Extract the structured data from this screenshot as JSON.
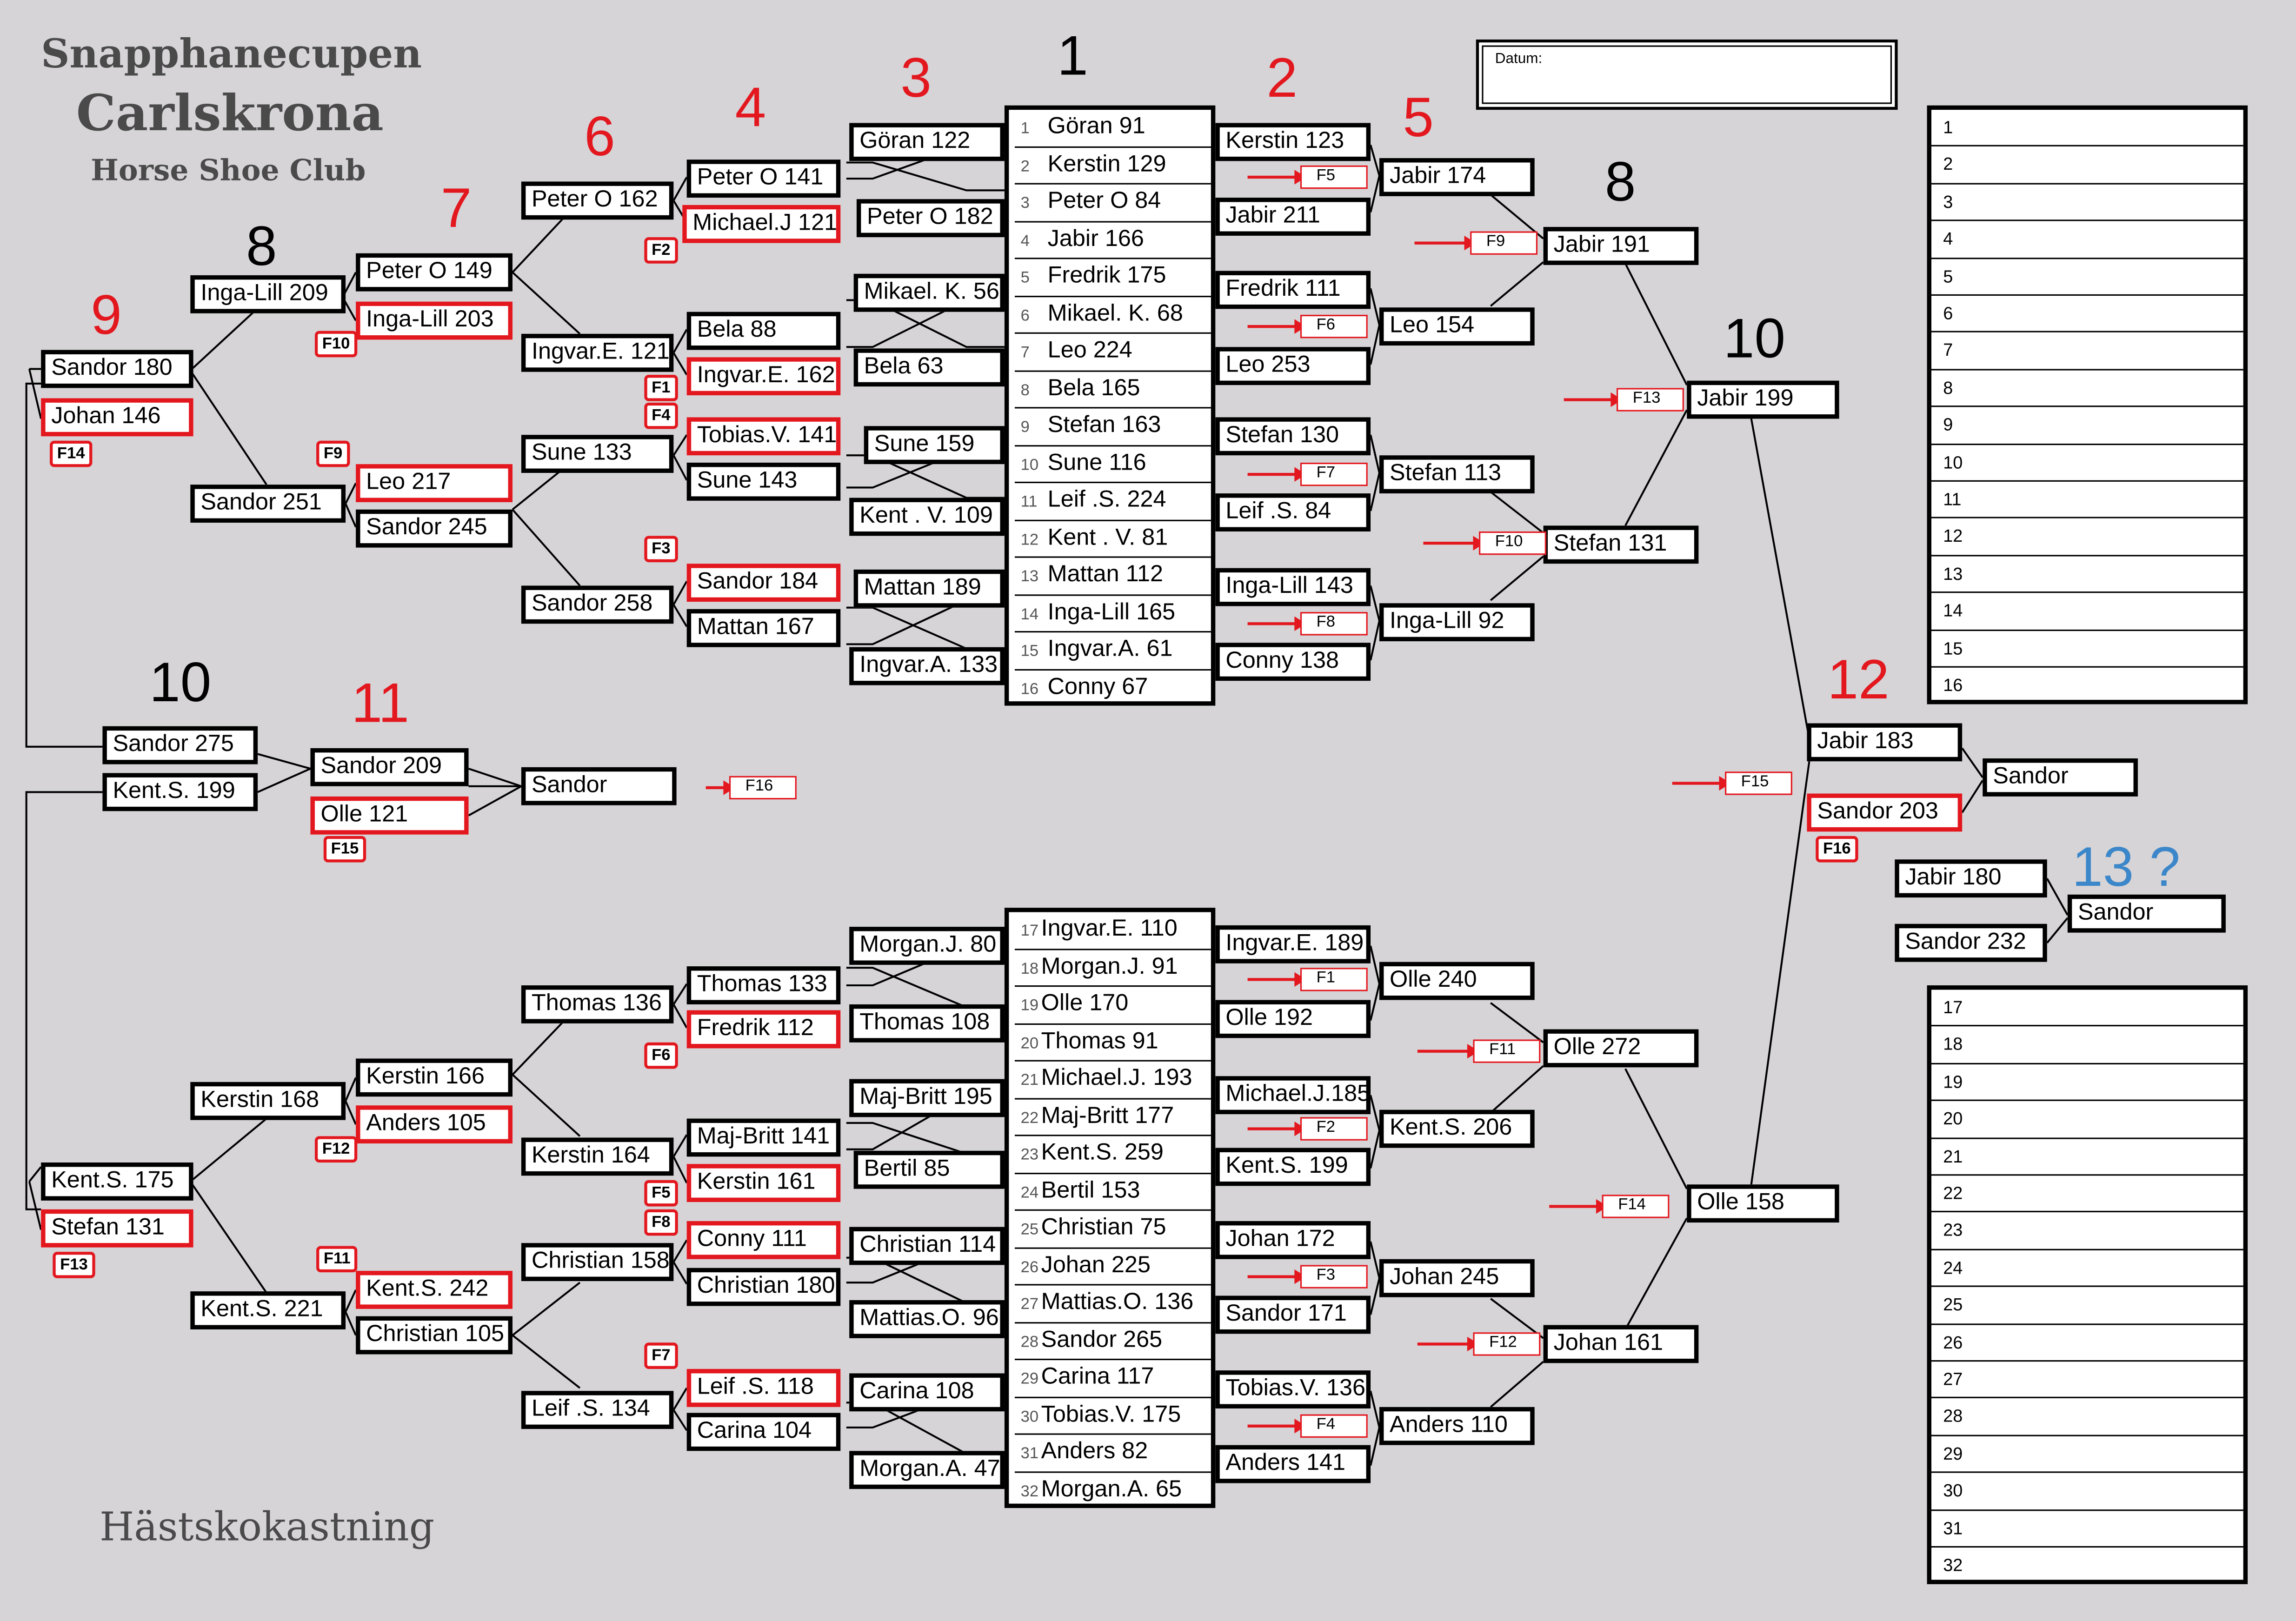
{
  "header": {
    "line1": "Snapphanecupen",
    "line2": "Carlskrona",
    "line3": "Horse Shoe Club"
  },
  "footer": "Hästskokastning",
  "datum_label": "Datum:",
  "colors": {
    "background": "#d6d4d7",
    "accent_red": "#e3171e",
    "blue": "#3c87c9"
  },
  "round_numbers": [
    {
      "id": "r1-top",
      "text": "1",
      "color": "black"
    },
    {
      "id": "r2-top",
      "text": "2",
      "color": "red"
    },
    {
      "id": "r3-top",
      "text": "3",
      "color": "red"
    },
    {
      "id": "r4-top",
      "text": "4",
      "color": "red"
    },
    {
      "id": "r5-top",
      "text": "5",
      "color": "red"
    },
    {
      "id": "r6-top",
      "text": "6",
      "color": "red"
    },
    {
      "id": "r7-top",
      "text": "7",
      "color": "red"
    },
    {
      "id": "r8-left",
      "text": "8",
      "color": "black"
    },
    {
      "id": "r8-right",
      "text": "8",
      "color": "black"
    },
    {
      "id": "r9-left",
      "text": "9",
      "color": "red"
    },
    {
      "id": "r10-left",
      "text": "10",
      "color": "black"
    },
    {
      "id": "r10-right",
      "text": "10",
      "color": "black"
    },
    {
      "id": "r11",
      "text": "11",
      "color": "red"
    },
    {
      "id": "r12",
      "text": "12",
      "color": "red"
    },
    {
      "id": "r13",
      "text": "13 ?",
      "color": "blue"
    }
  ],
  "seeds_top": [
    {
      "n": "1",
      "name": "Göran  91"
    },
    {
      "n": "2",
      "name": "Kerstin  129"
    },
    {
      "n": "3",
      "name": "Peter O  84"
    },
    {
      "n": "4",
      "name": "Jabir  166"
    },
    {
      "n": "5",
      "name": "Fredrik  175"
    },
    {
      "n": "6",
      "name": "Mikael. K.  68"
    },
    {
      "n": "7",
      "name": "Leo  224"
    },
    {
      "n": "8",
      "name": "Bela  165"
    },
    {
      "n": "9",
      "name": "Stefan  163"
    },
    {
      "n": "10",
      "name": "Sune  116"
    },
    {
      "n": "11",
      "name": "Leif .S.  224"
    },
    {
      "n": "12",
      "name": "Kent . V.  81"
    },
    {
      "n": "13",
      "name": "Mattan  112"
    },
    {
      "n": "14",
      "name": "Inga-Lill  165"
    },
    {
      "n": "15",
      "name": "Ingvar.A.  61"
    },
    {
      "n": "16",
      "name": "Conny  67"
    }
  ],
  "seeds_bottom": [
    {
      "n": "17",
      "name": "Ingvar.E.  110"
    },
    {
      "n": "18",
      "name": "Morgan.J.  91"
    },
    {
      "n": "19",
      "name": "Olle  170"
    },
    {
      "n": "20",
      "name": "Thomas  91"
    },
    {
      "n": "21",
      "name": "Michael.J.  193"
    },
    {
      "n": "22",
      "name": "Maj-Britt  177"
    },
    {
      "n": "23",
      "name": "Kent.S.  259"
    },
    {
      "n": "24",
      "name": "Bertil  153"
    },
    {
      "n": "25",
      "name": "Christian  75"
    },
    {
      "n": "26",
      "name": "Johan  225"
    },
    {
      "n": "27",
      "name": "Mattias.O.  136"
    },
    {
      "n": "28",
      "name": "Sandor  265"
    },
    {
      "n": "29",
      "name": "Carina  117"
    },
    {
      "n": "30",
      "name": "Tobias.V.  175"
    },
    {
      "n": "31",
      "name": "Anders  82"
    },
    {
      "n": "32",
      "name": "Morgan.A.  65"
    }
  ],
  "boxes": [
    {
      "id": "r3-goran",
      "text": "Göran  122"
    },
    {
      "id": "r3-peter",
      "text": "Peter O  182"
    },
    {
      "id": "r3-mikael",
      "text": "Mikael. K.  56"
    },
    {
      "id": "r3-bela",
      "text": "Bela  63"
    },
    {
      "id": "r3-sune",
      "text": "Sune   159"
    },
    {
      "id": "r3-kentv",
      "text": "Kent . V.  109"
    },
    {
      "id": "r3-mattan",
      "text": "Mattan  189"
    },
    {
      "id": "r3-ingvara",
      "text": "Ingvar.A. 133"
    },
    {
      "id": "r2-kerstin",
      "text": "Kerstin  123"
    },
    {
      "id": "r2-jabir",
      "text": "Jabir  211"
    },
    {
      "id": "r2-fredrik",
      "text": "Fredrik  111"
    },
    {
      "id": "r2-leo",
      "text": "Leo   253"
    },
    {
      "id": "r2-stefan",
      "text": "Stefan  130"
    },
    {
      "id": "r2-leif",
      "text": "Leif .S.  84"
    },
    {
      "id": "r2-ingalill",
      "text": "Inga-Lill  143"
    },
    {
      "id": "r2-conny",
      "text": "Conny  138"
    },
    {
      "id": "r4-petero",
      "text": "Peter O  141"
    },
    {
      "id": "r4-michaelj",
      "text": "Michael.J 121",
      "red": true
    },
    {
      "id": "r4-bela",
      "text": "Bela  88"
    },
    {
      "id": "r4-ingvare",
      "text": "Ingvar.E.  162",
      "red": true
    },
    {
      "id": "r4-tobias",
      "text": "Tobias.V.  141",
      "red": true
    },
    {
      "id": "r4-sune",
      "text": "Sune   143"
    },
    {
      "id": "r4-sandor",
      "text": "Sandor  184",
      "red": true
    },
    {
      "id": "r4-mattan",
      "text": "Mattan  167"
    },
    {
      "id": "r5-jabir",
      "text": "Jabir  174"
    },
    {
      "id": "r5-leo",
      "text": "Leo  154"
    },
    {
      "id": "r5-stefan",
      "text": "Stefan  113"
    },
    {
      "id": "r5-ingalill",
      "text": "Inga-Lill 92"
    },
    {
      "id": "r6-petero",
      "text": "Peter O  162"
    },
    {
      "id": "r6-ingvare",
      "text": "Ingvar.E.  121"
    },
    {
      "id": "r6-sune",
      "text": "Sune  133"
    },
    {
      "id": "r6-sandor",
      "text": "Sandor  258"
    },
    {
      "id": "r7-petero",
      "text": "Peter O  149"
    },
    {
      "id": "r7-ingalill",
      "text": "Inga-Lill  203",
      "red": true
    },
    {
      "id": "r7-leo",
      "text": "Leo 217",
      "red": true
    },
    {
      "id": "r7-sandor",
      "text": "Sandor  245"
    },
    {
      "id": "r8-ingalill",
      "text": "Inga-Lill  209"
    },
    {
      "id": "r8-sandor",
      "text": "Sandor  251"
    },
    {
      "id": "r8r-jabir",
      "text": "Jabir  191"
    },
    {
      "id": "r8r-stefan",
      "text": "Stefan  131"
    },
    {
      "id": "r9-sandor",
      "text": "Sandor  180"
    },
    {
      "id": "r9-johan",
      "text": "Johan  146",
      "red": true
    },
    {
      "id": "r10-sandor",
      "text": "Sandor  275"
    },
    {
      "id": "r10-kents",
      "text": "Kent.S.  199"
    },
    {
      "id": "r10r-jabir",
      "text": "Jabir  199"
    },
    {
      "id": "r10r-olle",
      "text": "Olle  158"
    },
    {
      "id": "r11-sandor",
      "text": "Sandor  209"
    },
    {
      "id": "r11-olle",
      "text": "Olle  121",
      "red": true
    },
    {
      "id": "r11-winner",
      "text": "Sandor"
    },
    {
      "id": "r12-jabir",
      "text": "Jabir  183"
    },
    {
      "id": "r12-sandor",
      "text": "Sandor  203",
      "red": true
    },
    {
      "id": "r12-winner",
      "text": "Sandor"
    },
    {
      "id": "r13-jabir",
      "text": "Jabir  180"
    },
    {
      "id": "r13-sandor",
      "text": "Sandor  232"
    },
    {
      "id": "r13-winner",
      "text": "Sandor"
    },
    {
      "id": "b3-morgan",
      "text": "Morgan.J.  80"
    },
    {
      "id": "b3-thomas",
      "text": "Thomas  108"
    },
    {
      "id": "b3-majbritt",
      "text": "Maj-Britt  195"
    },
    {
      "id": "b3-bertil",
      "text": "Bertil  85"
    },
    {
      "id": "b3-christian",
      "text": "Christian  114"
    },
    {
      "id": "b3-mattias",
      "text": "Mattias.O.  96"
    },
    {
      "id": "b3-carina",
      "text": "Carina  108"
    },
    {
      "id": "b3-morgana",
      "text": "Morgan.A.  47"
    },
    {
      "id": "b2-ingvare",
      "text": "Ingvar.E.  189"
    },
    {
      "id": "b2-olle",
      "text": "Olle  192"
    },
    {
      "id": "b2-michaelj",
      "text": "Michael.J.185"
    },
    {
      "id": "b2-kents",
      "text": "Kent.S.  199"
    },
    {
      "id": "b2-johan",
      "text": "Johan  172"
    },
    {
      "id": "b2-sandor",
      "text": "Sandor  171"
    },
    {
      "id": "b2-tobias",
      "text": "Tobias.V.  136"
    },
    {
      "id": "b2-anders",
      "text": "Anders  141"
    },
    {
      "id": "b4-thomas",
      "text": "Thomas  133"
    },
    {
      "id": "b4-fredrik",
      "text": "Fredrik  112",
      "red": true
    },
    {
      "id": "b4-majbritt",
      "text": "Maj-Britt  141"
    },
    {
      "id": "b4-kerstin",
      "text": "Kerstin  161",
      "red": true
    },
    {
      "id": "b4-conny",
      "text": "Conny  111",
      "red": true
    },
    {
      "id": "b4-christian",
      "text": "Christian  180"
    },
    {
      "id": "b4-leif",
      "text": "Leif .S.  118",
      "red": true
    },
    {
      "id": "b4-carina",
      "text": "Carina  104"
    },
    {
      "id": "b5-olle",
      "text": "Olle   240"
    },
    {
      "id": "b5-kents",
      "text": "Kent.S.  206"
    },
    {
      "id": "b5-johan",
      "text": "Johan   245"
    },
    {
      "id": "b5-anders",
      "text": "Anders  110"
    },
    {
      "id": "b6-thomas",
      "text": "Thomas  136"
    },
    {
      "id": "b6-kerstin",
      "text": "Kerstin  164"
    },
    {
      "id": "b6-christian",
      "text": "Christian 158"
    },
    {
      "id": "b6-leif",
      "text": "Leif .S.  134"
    },
    {
      "id": "b7-kerstin",
      "text": "Kerstin  166"
    },
    {
      "id": "b7-anders",
      "text": "Anders  105",
      "red": true
    },
    {
      "id": "b7-kents",
      "text": "Kent.S.  242",
      "red": true
    },
    {
      "id": "b7-christian",
      "text": "Christian 105"
    },
    {
      "id": "b8-kerstin",
      "text": "Kerstin  168"
    },
    {
      "id": "b8-kents",
      "text": "Kent.S. 221"
    },
    {
      "id": "b8r-olle",
      "text": "Olle  272"
    },
    {
      "id": "b8r-johan",
      "text": "Johan  161"
    },
    {
      "id": "b9-kents",
      "text": "Kent.S.  175"
    },
    {
      "id": "b9-stefan",
      "text": "Stefan  131",
      "red": true
    }
  ],
  "f_badges": [
    {
      "id": "f2",
      "text": "F2"
    },
    {
      "id": "f10",
      "text": "F10"
    },
    {
      "id": "f1",
      "text": "F1"
    },
    {
      "id": "f4",
      "text": "F4"
    },
    {
      "id": "f14",
      "text": "F14"
    },
    {
      "id": "f9",
      "text": "F9"
    },
    {
      "id": "f3",
      "text": "F3"
    },
    {
      "id": "f15",
      "text": "F15"
    },
    {
      "id": "f16",
      "text": "F16"
    },
    {
      "id": "f6",
      "text": "F6"
    },
    {
      "id": "f5",
      "text": "F5"
    },
    {
      "id": "f8",
      "text": "F8"
    },
    {
      "id": "f12",
      "text": "F12"
    },
    {
      "id": "f13",
      "text": "F13"
    },
    {
      "id": "f11",
      "text": "F11"
    },
    {
      "id": "f7",
      "text": "F7"
    }
  ],
  "f_arrows": [
    {
      "id": "a-f5",
      "text": "F5"
    },
    {
      "id": "a-f6",
      "text": "F6"
    },
    {
      "id": "a-f7",
      "text": "F7"
    },
    {
      "id": "a-f8",
      "text": "F8"
    },
    {
      "id": "a-f9",
      "text": "F9"
    },
    {
      "id": "a-f10",
      "text": "F10"
    },
    {
      "id": "a-f13",
      "text": "F13"
    },
    {
      "id": "a-f15",
      "text": "F15"
    },
    {
      "id": "a-f16",
      "text": "F16"
    },
    {
      "id": "a-f1",
      "text": "F1"
    },
    {
      "id": "a-f2",
      "text": "F2"
    },
    {
      "id": "a-f3",
      "text": "F3"
    },
    {
      "id": "a-f4",
      "text": "F4"
    },
    {
      "id": "a-f11",
      "text": "F11"
    },
    {
      "id": "a-f12",
      "text": "F12"
    },
    {
      "id": "a-f14",
      "text": "F14"
    }
  ],
  "result_list_top": [
    "1",
    "2",
    "3",
    "4",
    "5",
    "6",
    "7",
    "8",
    "9",
    "10",
    "11",
    "12",
    "13",
    "14",
    "15",
    "16"
  ],
  "result_list_bottom": [
    "17",
    "18",
    "19",
    "20",
    "21",
    "22",
    "23",
    "24",
    "25",
    "26",
    "27",
    "28",
    "29",
    "30",
    "31",
    "32"
  ]
}
